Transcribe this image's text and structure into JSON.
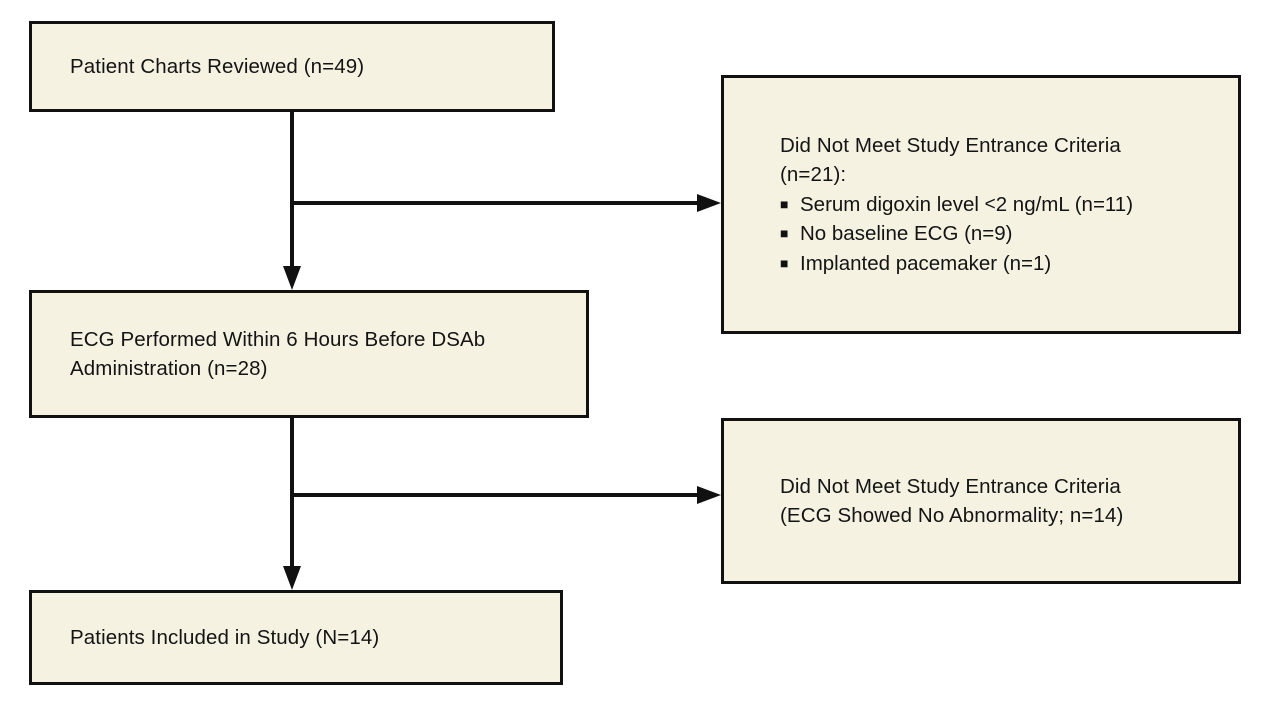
{
  "diagram": {
    "title": "Patient selection flow diagram",
    "type": "flowchart",
    "colors": {
      "node_fill": "#F5F2E2",
      "node_border": "#111111",
      "text": "#141414",
      "connector": "#111111",
      "background": "#FFFFFF"
    },
    "nodes": {
      "charts_reviewed": {
        "label": "Patient Charts Reviewed (n=49)",
        "count": 49
      },
      "ecg_performed": {
        "label": "ECG Performed Within 6 Hours Before DSAb\nAdministration (n=28)",
        "count": 28
      },
      "included": {
        "label": "Patients Included in Study (N=14)",
        "count": 14
      },
      "excluded_1": {
        "heading_line1": "Did Not Meet Study Entrance Criteria",
        "heading_line2": "(n=21):",
        "count": 21,
        "bullets": [
          {
            "marker": "■",
            "pre": "Serum digoxin level ",
            "lt": "<",
            "post": "2 ng/mL (n=11)",
            "count": 11
          },
          {
            "marker": "■",
            "pre": "No baseline ECG (n=9)",
            "lt": "",
            "post": "",
            "count": 9
          },
          {
            "marker": "■",
            "pre": "Implanted pacemaker (n=1)",
            "lt": "",
            "post": "",
            "count": 1
          }
        ]
      },
      "excluded_2": {
        "line1": "Did Not Meet Study Entrance Criteria",
        "line2": "(ECG Showed No Abnormality; n=14)",
        "count": 14
      }
    },
    "connectors": [
      {
        "name": "charts-to-ecg",
        "from": "charts_reviewed",
        "to": "ecg_performed",
        "direction": "down"
      },
      {
        "name": "charts-to-excluded-1",
        "from": "charts_reviewed",
        "to": "excluded_1",
        "direction": "right"
      },
      {
        "name": "ecg-to-included",
        "from": "ecg_performed",
        "to": "included",
        "direction": "down"
      },
      {
        "name": "ecg-to-excluded-2",
        "from": "ecg_performed",
        "to": "excluded_2",
        "direction": "right"
      }
    ]
  }
}
